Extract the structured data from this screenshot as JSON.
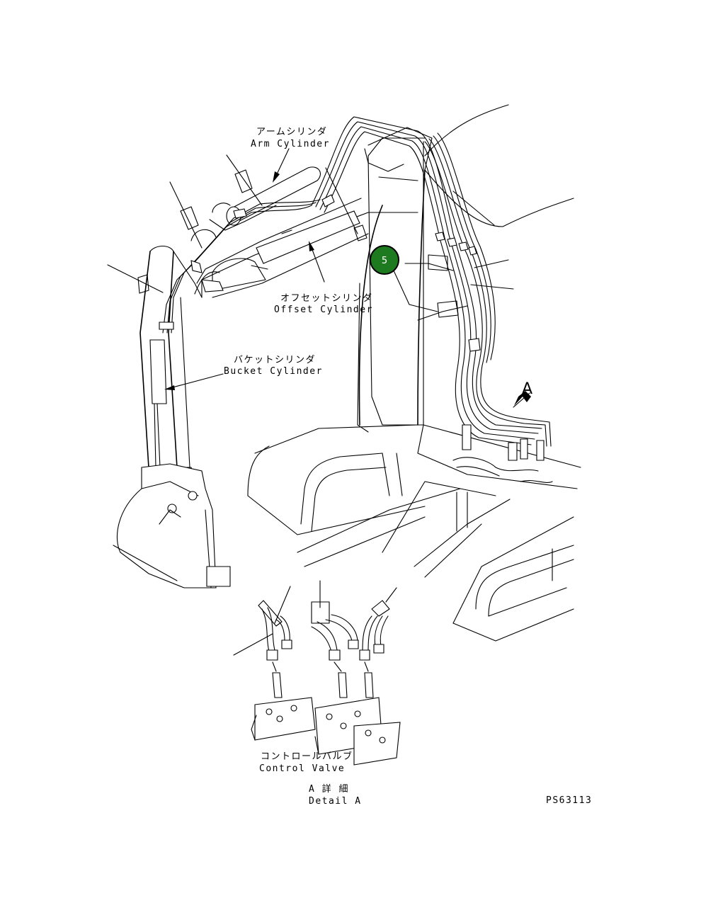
{
  "labels": {
    "arm_cylinder_jp": "アームシリンダ",
    "arm_cylinder_en": "Arm Cylinder",
    "offset_cylinder_jp": "オフセットシリンダ",
    "offset_cylinder_en": "Offset Cylinder",
    "bucket_cylinder_jp": "バケットシリンダ",
    "bucket_cylinder_en": "Bucket Cylinder",
    "control_valve_jp": "コントロールバルブ",
    "control_valve_en": "Control Valve",
    "detail_jp": "A 詳 細",
    "detail_en": "Detail A",
    "view_marker": "A",
    "part_code": "PS63113"
  },
  "callout": {
    "number": "5",
    "fill_color": "#1e7a1e"
  }
}
